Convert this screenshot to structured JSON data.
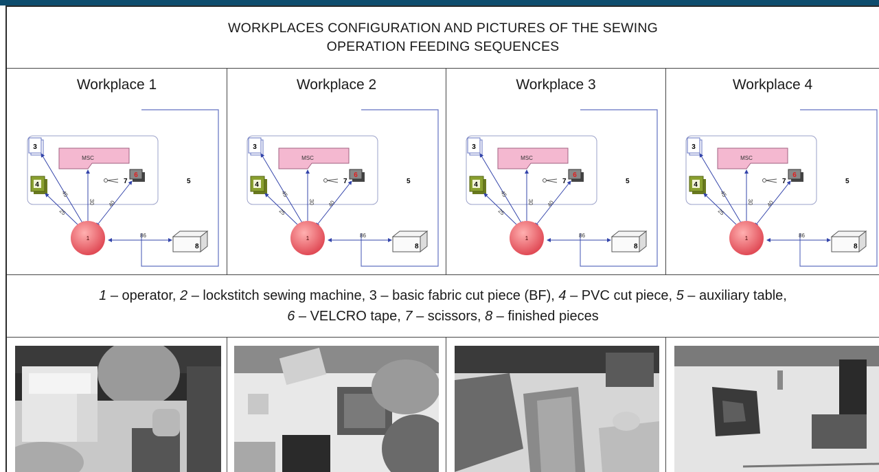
{
  "title": {
    "line1": "WORKPLACES CONFIGURATION AND PICTURES OF THE SEWING",
    "line2": "OPERATION FEEDING SEQUENCES"
  },
  "workplaces": [
    {
      "label": "Workplace 1"
    },
    {
      "label": "Workplace 2"
    },
    {
      "label": "Workplace 3"
    },
    {
      "label": "Workplace 4"
    }
  ],
  "diagram": {
    "msc": "MSC",
    "operator": "1",
    "bf": "3",
    "pvc": "4",
    "aux_table": "5",
    "velcro": "6",
    "scissors": "7",
    "finished": "8",
    "dist_bf": "45",
    "dist_msc": "30",
    "dist_pvc": "25",
    "dist_velcro": "40",
    "dist_finished": "86"
  },
  "legend": {
    "n1": "1",
    "t1": " – operator, ",
    "n2": "2",
    "t2": " – lockstitch sewing machine, 3 – basic fabric cut piece (BF), ",
    "n4": "4",
    "t4": " – PVC cut piece, ",
    "n5": "5",
    "t5": " – auxiliary table,",
    "n6": "6",
    "t6": " – VELCRO tape, ",
    "n7": "7",
    "t7": " – scissors, ",
    "n8": "8",
    "t8": " – finished pieces"
  },
  "colors": {
    "header_bar": "#0e4d6e",
    "arrow": "#3344aa",
    "table_outline": "#6070c0",
    "msc_fill": "#f4b8d0",
    "operator_fill": "#e85560",
    "pvc_fill": "#8aa030",
    "velcro_text": "#e02020"
  }
}
